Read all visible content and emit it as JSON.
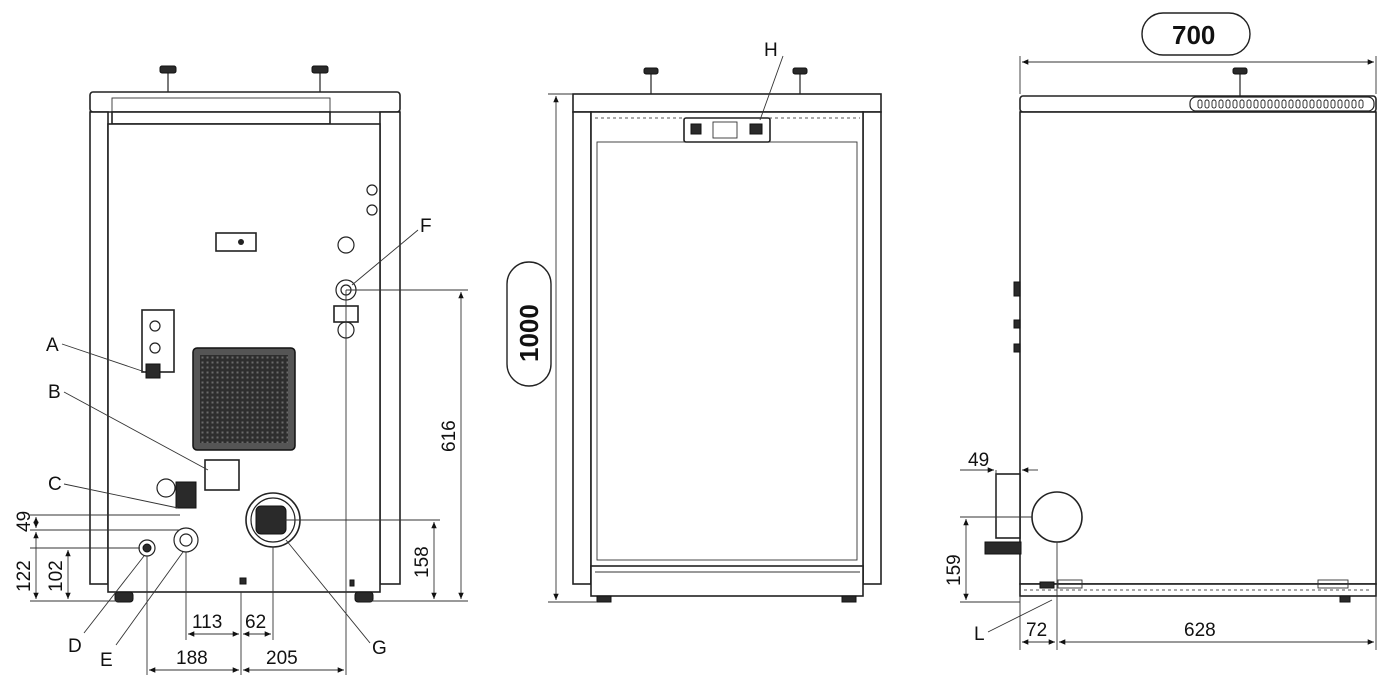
{
  "labels": {
    "A": "A",
    "B": "B",
    "C": "C",
    "D": "D",
    "E": "E",
    "F": "F",
    "G": "G",
    "H": "H",
    "L": "L"
  },
  "dimensions": {
    "back": {
      "d616": "616",
      "d158": "158",
      "d49": "49",
      "d122": "122",
      "d102": "102",
      "d113": "113",
      "d62": "62",
      "d188": "188",
      "d205": "205"
    },
    "front": {
      "height": "1000"
    },
    "side": {
      "width": "700",
      "d49": "49",
      "d159": "159",
      "d72": "72",
      "d628": "628"
    }
  },
  "colors": {
    "line": "#222222",
    "grille": "#2a2a2a",
    "background": "#ffffff"
  }
}
